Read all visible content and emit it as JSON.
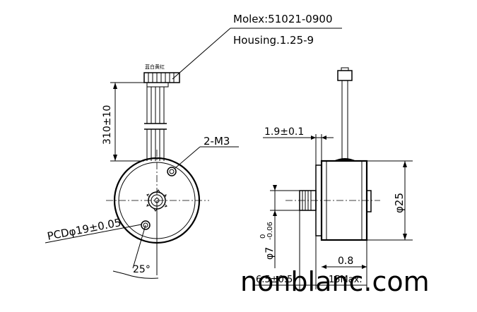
{
  "connector": {
    "callout_line1": "Molex:51021-0900",
    "callout_line2": "Housing.1.25-9",
    "wire_colors_label": "蓝白黄红"
  },
  "dimensions": {
    "wire_length": "310±10",
    "mount_holes": "2-M3",
    "pcd": "PCDφ19±0.05",
    "angle": "25°",
    "flange_thickness": "1.9±0.1",
    "body_diameter": "φ25",
    "pinion_diameter_main": "φ7",
    "pinion_tol_top": "0",
    "pinion_tol_bottom": "-0.06",
    "pinion_projection": "0.8",
    "bottom_left": "6.5±0.5",
    "bottom_right": "15Max."
  },
  "watermark": "nonblanc.com"
}
